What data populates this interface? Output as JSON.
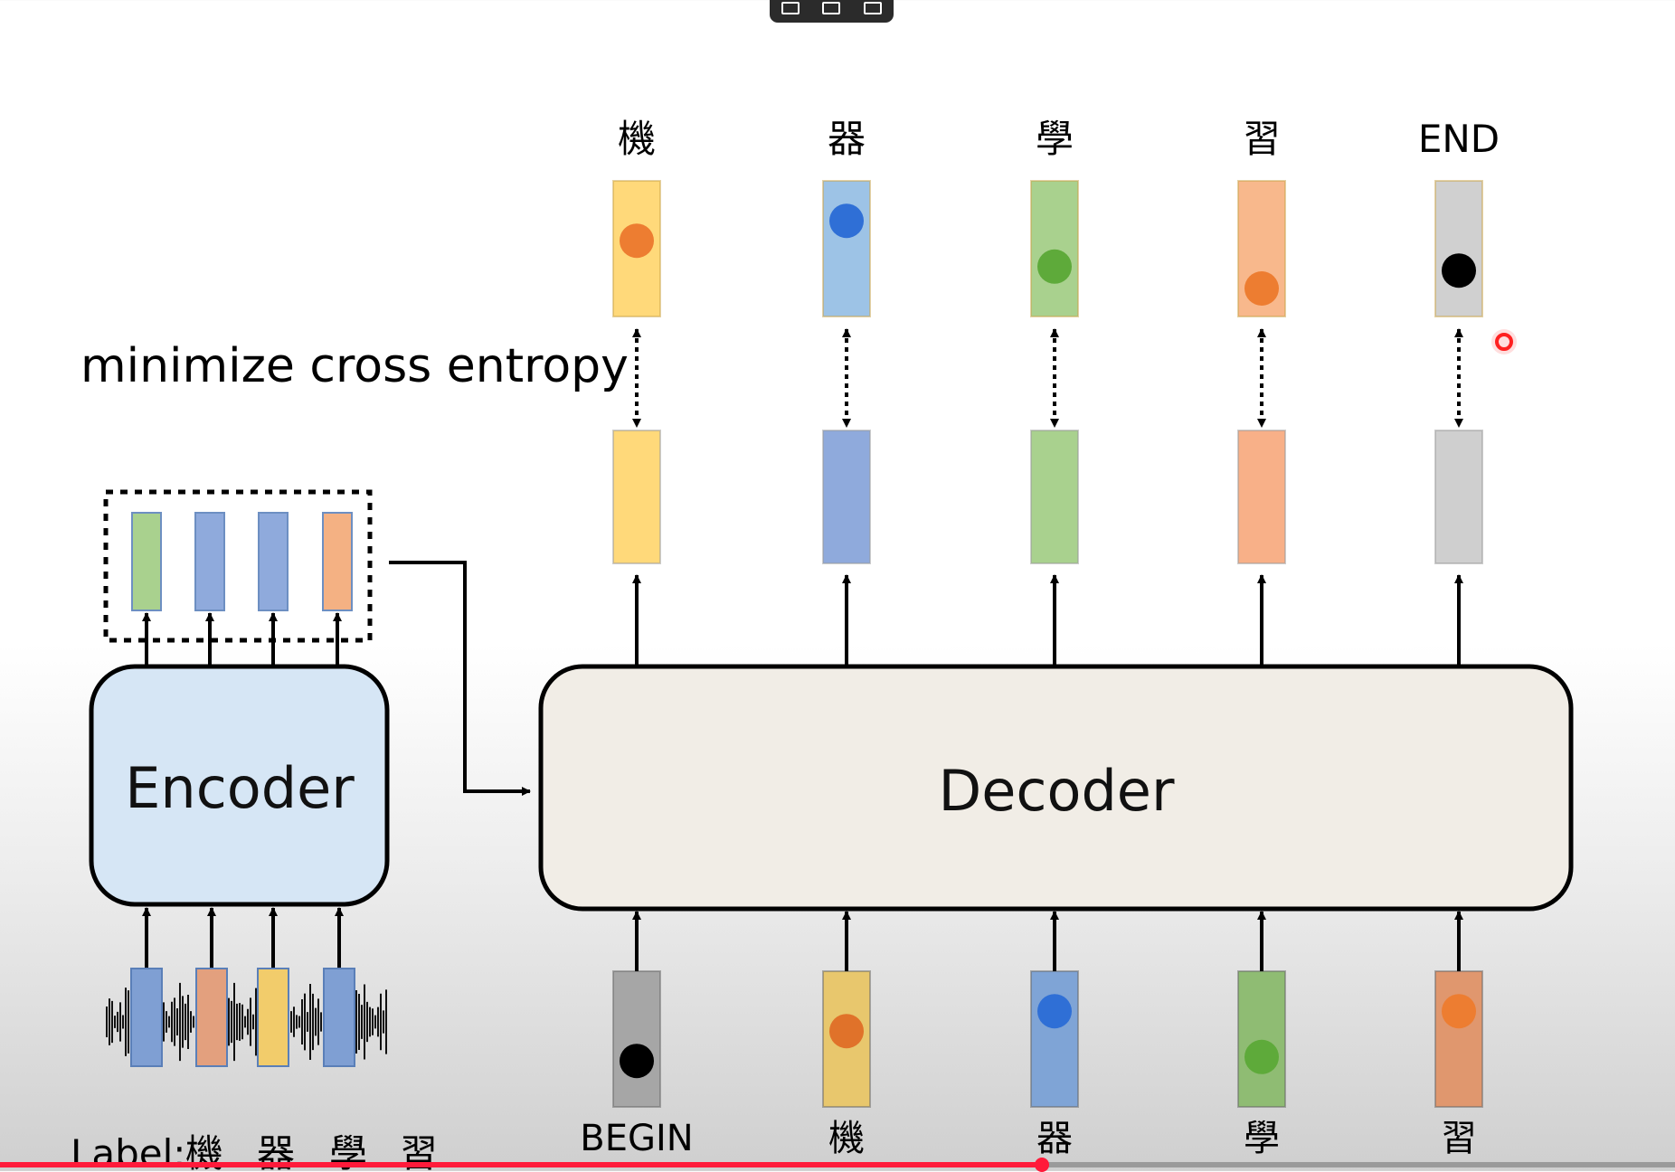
{
  "objective": "minimize cross entropy",
  "encoder": {
    "label": "Encoder",
    "outputs": [
      {
        "color": "#a9d18e",
        "icon": "green-vector"
      },
      {
        "color": "#8faadc",
        "icon": "blue-vector"
      },
      {
        "color": "#8faadc",
        "icon": "blue-vector"
      },
      {
        "color": "#f4b183",
        "icon": "orange-vector"
      }
    ],
    "inputs": [
      {
        "color": "#7f9fd3",
        "icon": "blue-vector"
      },
      {
        "color": "#e3a07e",
        "icon": "orange-vector"
      },
      {
        "color": "#f2cc6b",
        "icon": "yellow-vector"
      },
      {
        "color": "#7f9fd3",
        "icon": "blue-vector"
      }
    ],
    "waveform_icon": "audio-waveform-icon"
  },
  "decoder": {
    "label": "Decoder",
    "steps": [
      {
        "target": "機",
        "target_color": "#ffd97a",
        "target_dot": "#ed7d31",
        "target_dot_level": 0.42,
        "output_color": "#ffd97a",
        "input": "BEGIN",
        "input_color": "#a6a6a6",
        "input_dot": "#000000",
        "input_dot_level": 0.72
      },
      {
        "target": "器",
        "target_color": "#9dc3e6",
        "target_dot": "#2f6fd6",
        "target_dot_level": 0.22,
        "output_color": "#8faadc",
        "input": "機",
        "input_color": "#e8c76d",
        "input_dot": "#e0722a",
        "input_dot_level": 0.42
      },
      {
        "target": "學",
        "target_color": "#a9d18e",
        "target_dot": "#5eaa3a",
        "target_dot_level": 0.68,
        "output_color": "#a9d18e",
        "input": "器",
        "input_color": "#7fa4d6",
        "input_dot": "#2f6fd6",
        "input_dot_level": 0.22
      },
      {
        "target": "習",
        "target_color": "#f8b88c",
        "target_dot": "#ed7d31",
        "target_dot_level": 0.9,
        "output_color": "#f8b088",
        "input": "學",
        "input_color": "#8fbc73",
        "input_dot": "#5eaa3a",
        "input_dot_level": 0.68
      },
      {
        "target": "END",
        "target_color": "#d0d0d0",
        "target_dot": "#000000",
        "target_dot_level": 0.72,
        "output_color": "#cfcfcf",
        "input": "習",
        "input_color": "#e0976e",
        "input_dot": "#ed7d31",
        "input_dot_level": 0.22
      }
    ]
  },
  "label_line": {
    "prefix": "Label:",
    "chars": [
      "機",
      "器",
      "學",
      "習"
    ]
  },
  "player": {
    "progress": 0.622,
    "toolbar_icons": [
      "picture-in-picture-icon",
      "screen-record-icon",
      "notes-icon"
    ]
  },
  "colors": {
    "encoder_box": "#d6e6f5",
    "decoder_box": "#f1ede6",
    "stroke": "#000000",
    "cursor": "#ff2020"
  }
}
